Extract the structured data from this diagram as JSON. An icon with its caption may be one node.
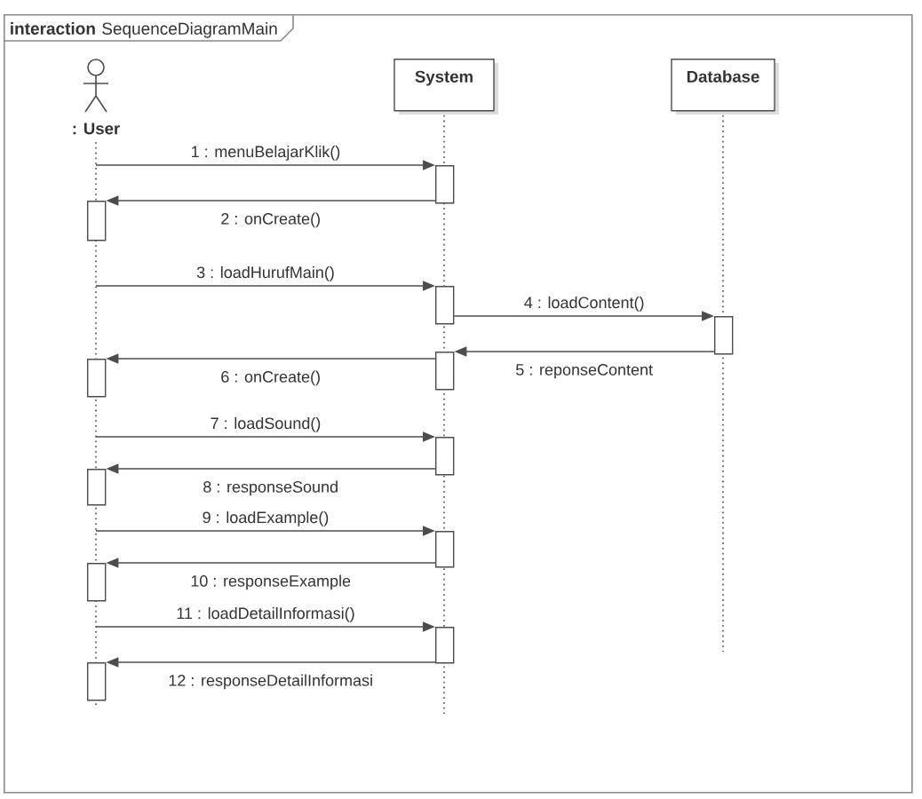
{
  "diagram": {
    "nodes": [
      {
        "text": [
          "**interaction** SequenceDiagramMain"
        ]
      },
      {
        "text": [
          ": User"
        ],
        "in": 0
      },
      {
        "text": [
          "System"
        ],
        "in": 0
      },
      {
        "text": [
          "Database"
        ],
        "in": 0
      },
      {
        "text": [],
        "shape": "bar",
        "in": 2
      },
      {
        "text": [],
        "shape": "bar",
        "in": 1
      },
      {
        "text": [],
        "shape": "bar",
        "in": 2
      },
      {
        "text": [],
        "shape": "bar",
        "in": 3
      },
      {
        "text": [],
        "shape": "bar",
        "in": 2
      },
      {
        "text": [],
        "shape": "bar",
        "in": 1
      },
      {
        "text": [],
        "shape": "bar",
        "in": 2
      },
      {
        "text": [],
        "shape": "bar",
        "in": 1
      },
      {
        "text": [],
        "shape": "bar",
        "in": 2
      },
      {
        "text": [],
        "shape": "bar",
        "in": 1
      },
      {
        "text": [],
        "shape": "bar",
        "in": 2
      },
      {
        "text": [],
        "shape": "bar",
        "in": 1
      }
    ],
    "edges": [
      {
        "from": 1,
        "to": 4,
        "arrow": "to",
        "label": "1 : menuBelajarKlik()"
      },
      {
        "from": 4,
        "to": 5,
        "arrow": "to",
        "label": "2 : onCreate()"
      },
      {
        "from": 1,
        "to": 6,
        "arrow": "to",
        "label": "3 : loadHurufMain()"
      },
      {
        "from": 6,
        "to": 7,
        "arrow": "to",
        "label": "4 : loadContent()"
      },
      {
        "from": 7,
        "to": 8,
        "arrow": "to",
        "label": "5 : reponseContent"
      },
      {
        "from": 8,
        "to": 9,
        "arrow": "to",
        "label": "6 : onCreate()"
      },
      {
        "from": 1,
        "to": 10,
        "arrow": "to",
        "label": "7 : loadSound()"
      },
      {
        "from": 10,
        "to": 11,
        "arrow": "to",
        "label": "8 : responseSound"
      },
      {
        "from": 1,
        "to": 12,
        "arrow": "to",
        "label": "9 : loadExample()"
      },
      {
        "from": 12,
        "to": 13,
        "arrow": "to",
        "label": "10 : responseExample"
      },
      {
        "from": 1,
        "to": 14,
        "arrow": "to",
        "label": "11 : loadDetailInformasi()"
      },
      {
        "from": 14,
        "to": 15,
        "arrow": "to",
        "label": "12 : responseDetailInformasi"
      }
    ]
  }
}
